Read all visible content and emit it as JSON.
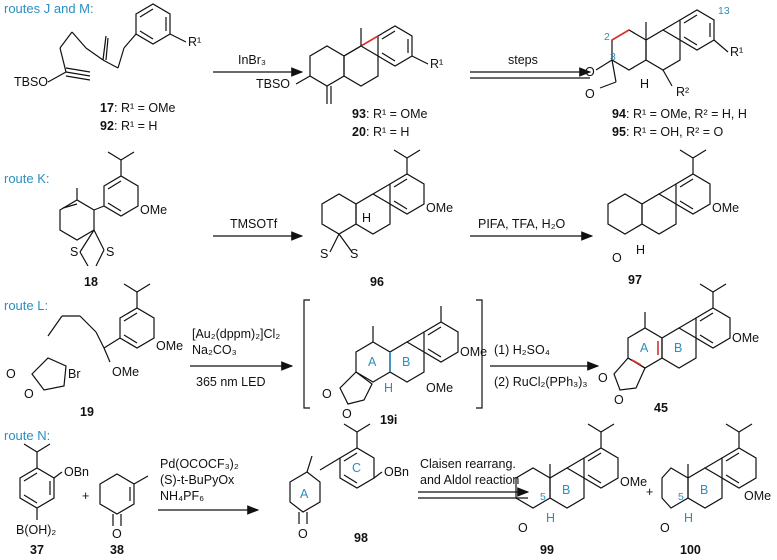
{
  "routes": {
    "jm": "routes J and M:",
    "k": "route K:",
    "l": "route L:",
    "n": "route N:"
  },
  "row1": {
    "sm_sub": "R¹",
    "sm_tbso": "TBSO",
    "cmp17_num": "17",
    "cmp17_desc": ": R¹ = OMe",
    "cmp92_num": "92",
    "cmp92_desc": ": R¹ = H",
    "reagent1": "InBr₃",
    "p_tbso": "TBSO",
    "p_sub": "R¹",
    "cmp93_num": "93",
    "cmp93_desc": ": R¹ = OMe",
    "cmp20_num": "20",
    "cmp20_desc": ": R¹ = H",
    "reagent2": "steps",
    "f_o": "O",
    "f_o2": "O",
    "f_h": "H",
    "f_r1": "R¹",
    "f_r2": "R²",
    "f_n2": "2",
    "f_n3": "3",
    "f_n13": "13",
    "cmp94_num": "94",
    "cmp94_desc": ": R¹ = OMe, R² = H, H",
    "cmp95_num": "95",
    "cmp95_desc": ": R¹ = OH, R² = O"
  },
  "row2": {
    "ome": "OMe",
    "s1": "S",
    "s2": "S",
    "cmp18": "18",
    "reagent": "TMSOTf",
    "ome2": "OMe",
    "h": "H",
    "s3": "S",
    "s4": "S",
    "cmp96": "96",
    "reagent2": "PIFA, TFA, H₂O",
    "ome3": "OMe",
    "o": "O",
    "h2": "H",
    "cmp97": "97"
  },
  "row3": {
    "o1": "O",
    "o2": "O",
    "br": "Br",
    "ome": "OMe",
    "ome_b": "OMe",
    "cmp19": "19",
    "reagent_a": "[Au₂(dppm)₂]Cl₂",
    "reagent_b": "Na₂CO₃",
    "reagent_c": "365 nm LED",
    "int_o1": "O",
    "int_o2": "O",
    "int_a": "A",
    "int_b": "B",
    "int_h": "H",
    "int_ome": "OMe",
    "int_ome2": "OMe",
    "cmp19i": "19i",
    "step1": "(1) H₂SO₄",
    "step2": "(2) RuCl₂(PPh₃)₃",
    "p_o1": "O",
    "p_o2": "O",
    "p_a": "A",
    "p_b": "B",
    "p_ome": "OMe",
    "cmp45": "45"
  },
  "row4": {
    "obn": "OBn",
    "boh": "B(OH)₂",
    "cmp37": "37",
    "plus1": "+",
    "o38": "O",
    "cmp38": "38",
    "reagent_a": "Pd(OCOCF₃)₂",
    "reagent_b": "(S)-t-BuPyOx",
    "reagent_c": "NH₄PF₆",
    "ring_a": "A",
    "ring_c": "C",
    "obn2": "OBn",
    "o98": "O",
    "cmp98": "98",
    "cond1": "Claisen rearrang.",
    "cond2": "and Aldol reaction",
    "o99": "O",
    "h99": "H",
    "n5a": "5",
    "b99": "B",
    "ome99": "OMe",
    "cmp99": "99",
    "plus2": "+",
    "o100": "O",
    "h100": "H",
    "n5b": "5",
    "b100": "B",
    "ome100": "OMe",
    "cmp100": "100"
  }
}
